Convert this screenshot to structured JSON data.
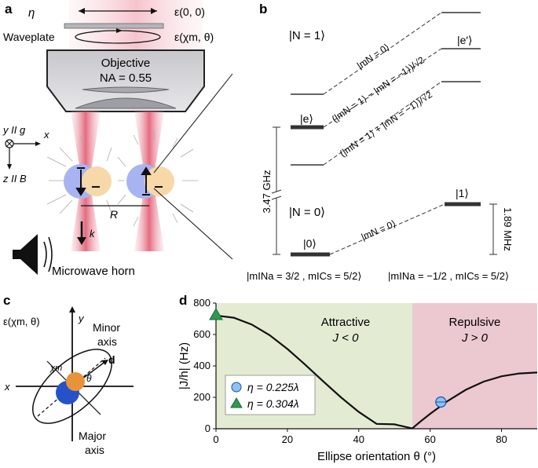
{
  "panel_a": {
    "label": "a",
    "eta": "η",
    "eps00": "ε(0, 0)",
    "waveplate": "Waveplate",
    "eps_chi_theta": "ε(χm, θ)",
    "objective": "Objective",
    "na": "NA = 0.55",
    "y_g": "y II g",
    "x": "x",
    "z_b": "z II B",
    "R": "R",
    "k": "k",
    "horn": "Microwave horn"
  },
  "panel_b": {
    "label": "b",
    "N1": "|N = 1⟩",
    "N0": "|N = 0⟩",
    "e": "|e⟩",
    "eprime": "|e′⟩",
    "s0": "|0⟩",
    "s1": "|1⟩",
    "mN0_top": "|mN = 0⟩",
    "minus_state": "(|mN = 1⟩ − |mN = −1⟩)/√2",
    "plus_state": "(|mN = 1⟩ + |mN = −1⟩)/√2",
    "mN0_bottom": "|mN = 0⟩",
    "ghz": "3.47 GHz",
    "mhz": "1.89 MHz",
    "basis_left": "|mINa = 3/2 , mICs = 5/2⟩",
    "basis_right": "|mINa = −1/2 , mICs = 5/2⟩"
  },
  "panel_c": {
    "label": "c",
    "eps": "ε(χm, θ)",
    "y": "y",
    "x": "x",
    "minor": "Minor",
    "axis1": "axis",
    "d": "d",
    "theta": "θ",
    "chi": "χm",
    "major": "Major",
    "axis2": "axis"
  },
  "chart_data": {
    "type": "line",
    "label": "d",
    "xlabel": "Ellipse orientation θ (°)",
    "ylabel": "|J/h| (Hz)",
    "xlim": [
      0,
      90
    ],
    "ylim": [
      0,
      800
    ],
    "xticks": [
      "0",
      "20",
      "40",
      "60",
      "80"
    ],
    "yticks": [
      "0",
      "200",
      "400",
      "600",
      "800"
    ],
    "regions": [
      {
        "name": "Attractive",
        "sub": "J < 0",
        "from": 0,
        "to": 55,
        "color": "#e3ecd3"
      },
      {
        "name": "Repulsive",
        "sub": "J > 0",
        "from": 55,
        "to": 90,
        "color": "#ecc9d0"
      }
    ],
    "curve": {
      "x": [
        0,
        5,
        10,
        15,
        20,
        25,
        30,
        35,
        40,
        45,
        50,
        55,
        57.5,
        60,
        65,
        70,
        75,
        80,
        85,
        90
      ],
      "y": [
        721,
        707,
        664,
        596,
        508,
        408,
        303,
        200,
        107,
        31,
        28,
        2,
        50,
        95,
        178,
        248,
        300,
        334,
        352,
        358
      ]
    },
    "series": [
      {
        "name": "η = 0.225λ",
        "color": "#8ec3ee",
        "x": [
          63
        ],
        "y": [
          170
        ],
        "yerr": 12,
        "marker": "circle"
      },
      {
        "name": "η = 0.304λ",
        "color": "#2e9a4f",
        "x": [
          0
        ],
        "y": [
          725
        ],
        "yerr": 15,
        "marker": "triangle"
      }
    ]
  }
}
